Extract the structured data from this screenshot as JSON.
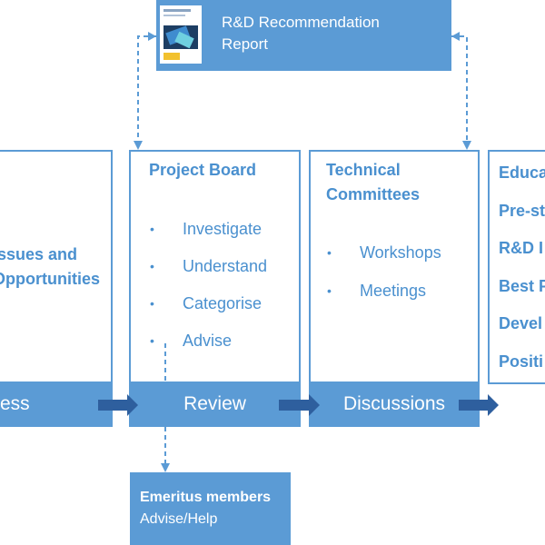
{
  "report": {
    "title_line1": "R&D Recommendation",
    "title_line2": "Report"
  },
  "columns": [
    {
      "title_lines": [
        "Issues and",
        "Opportunities"
      ],
      "bar_label": "ess"
    },
    {
      "title": "Project Board",
      "items": [
        "Investigate",
        "Understand",
        "Categorise",
        "Advise"
      ],
      "bar_label": "Review"
    },
    {
      "title_lines": [
        "Technical",
        "Committees"
      ],
      "items": [
        "Workshops",
        "Meetings"
      ],
      "bar_label": "Discussions"
    },
    {
      "items": [
        "Educa",
        "Pre-st",
        "R&D I",
        "Best P",
        "Devel",
        "Positi"
      ]
    }
  ],
  "emeritus": {
    "title": "Emeritus members",
    "subtitle": "Advise/Help"
  },
  "bullet_glyph": "•",
  "colors": {
    "accent": "#5b9bd5",
    "text": "#4a90cf",
    "arrow": "#2e5f9e"
  }
}
